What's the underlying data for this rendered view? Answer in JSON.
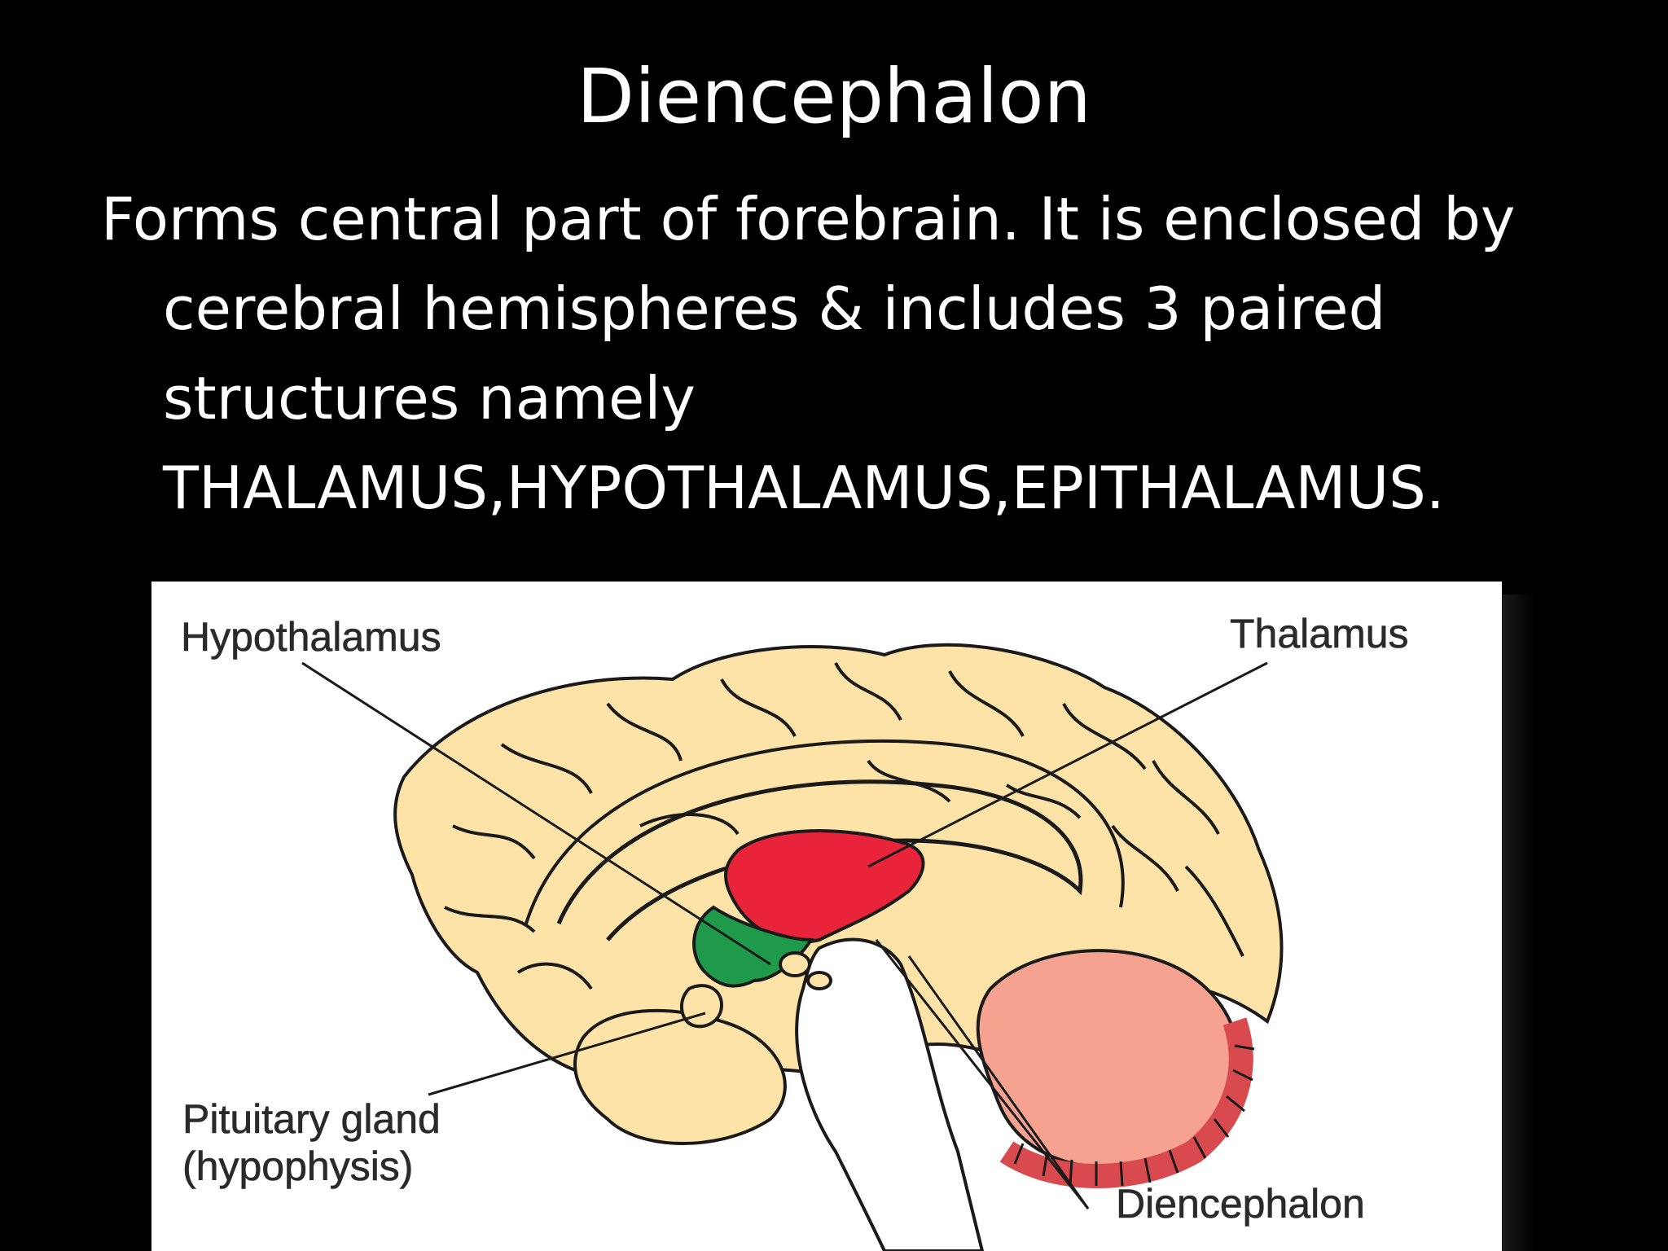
{
  "slide": {
    "title": "Diencephalon",
    "body_lines": [
      "Forms central part of forebrain. It is enclosed by",
      "cerebral hemispheres & includes 3 paired",
      "structures namely",
      "THALAMUS,HYPOTHALAMUS,EPITHALAMUS."
    ]
  },
  "figure": {
    "labels": {
      "hypothalamus": "Hypothalamus",
      "thalamus": "Thalamus",
      "pituitary_line1": "Pituitary gland",
      "pituitary_line2": "(hypophysis)",
      "diencephalon": "Diencephalon"
    },
    "colors": {
      "cerebrum": "#fde3a7",
      "thalamus": "#e8233a",
      "hypothalamus": "#1e9a4a",
      "cerebellum": "#f5a290",
      "cerebellum_cortex": "#d94a4e",
      "brainstem": "#ffffff",
      "outline": "#1a1a1a"
    }
  }
}
